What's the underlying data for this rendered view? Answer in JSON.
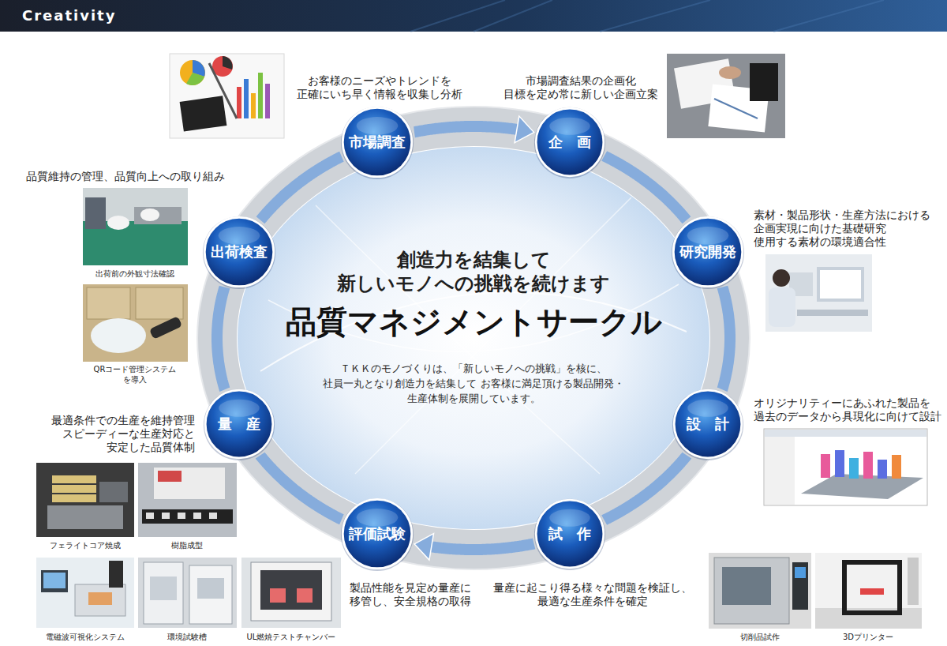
{
  "diagram": {
    "title": "品質マネジメントサークル",
    "nodes": [
      {
        "text": [
          "市場調査"
        ]
      },
      {
        "text": [
          "企　画"
        ]
      },
      {
        "text": [
          "研究開発"
        ]
      },
      {
        "text": [
          "設　計"
        ]
      },
      {
        "text": [
          "試　作"
        ]
      },
      {
        "text": [
          "評価試験"
        ]
      },
      {
        "text": [
          "量　産"
        ]
      },
      {
        "text": [
          "出荷検査"
        ]
      }
    ],
    "edges": [
      {
        "from": 0,
        "to": 1,
        "arrow": "to"
      },
      {
        "from": 1,
        "to": 2,
        "arrow": "none"
      },
      {
        "from": 2,
        "to": 3,
        "arrow": "none"
      },
      {
        "from": 3,
        "to": 4,
        "arrow": "none"
      },
      {
        "from": 4,
        "to": 5,
        "arrow": "to"
      },
      {
        "from": 5,
        "to": 6,
        "arrow": "none"
      },
      {
        "from": 6,
        "to": 7,
        "arrow": "none"
      },
      {
        "from": 7,
        "to": 0,
        "arrow": "none"
      }
    ],
    "labels": [
      "Creativity",
      "お客様のニーズやトレンドを 正確にいち早く情報を収集し分析",
      "市場調査結果の企画化 目標を定め常に新しい企画立案",
      "品質維持の管理、品質向上への取り組み",
      "素材・製品形状・生産方法における 企画実現に向けた基礎研究 使用する素材の環境適合性",
      "出荷前の外観寸法確認",
      "創造力を結集して 新しいモノへの挑戦を続けます",
      "QRコード管理システム を導入",
      "ＴＫＫのモノづくりは、「新しいモノへの挑戦」を核に、 社員一丸となり創造力を結集して お客様に満足頂ける製品開発・生産体制を展開しています。",
      "最適条件での生産を維持管理 スピーディーな生産対応と 安定した品質体制",
      "オリジナリティーにあふれた製品を 過去のデータから具現化に向けて設計",
      "フェライトコア焼成",
      "樹脂成型",
      "製品性能を見定め量産に 移管し、安全規格の取得",
      "量産に起こり得る様々な問題を検証し、 最適な生産条件を確定",
      "電磁波可視化システム",
      "環境試験槽",
      "UL燃焼テストチャンバー",
      "切削品試作",
      "3Dプリンター"
    ]
  }
}
